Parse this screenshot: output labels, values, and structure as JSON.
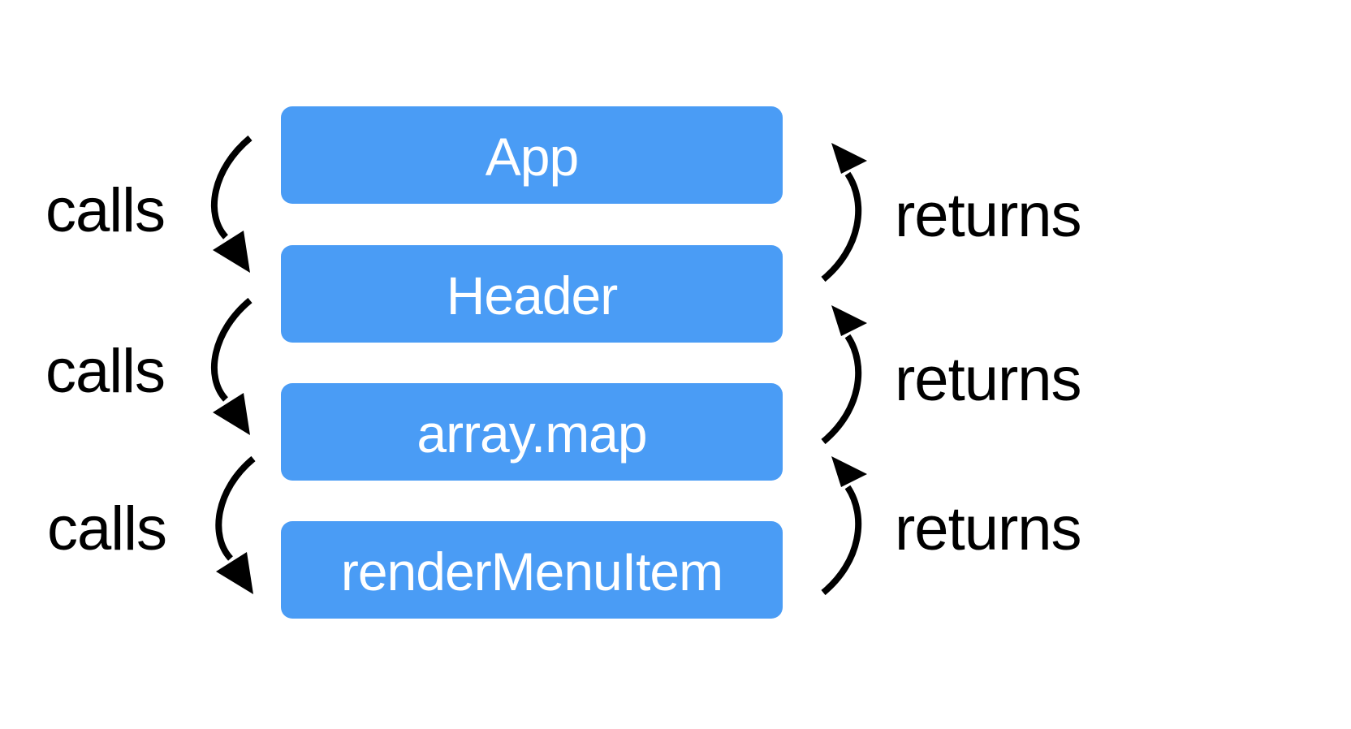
{
  "diagram": {
    "box_color": "#4a9cf5",
    "text_color": "#ffffff",
    "boxes": [
      {
        "label": "App"
      },
      {
        "label": "Header"
      },
      {
        "label": "array.map"
      },
      {
        "label": "renderMenuItem"
      }
    ],
    "calls_labels": [
      "calls",
      "calls",
      "calls"
    ],
    "returns_labels": [
      "returns",
      "returns",
      "returns"
    ]
  }
}
